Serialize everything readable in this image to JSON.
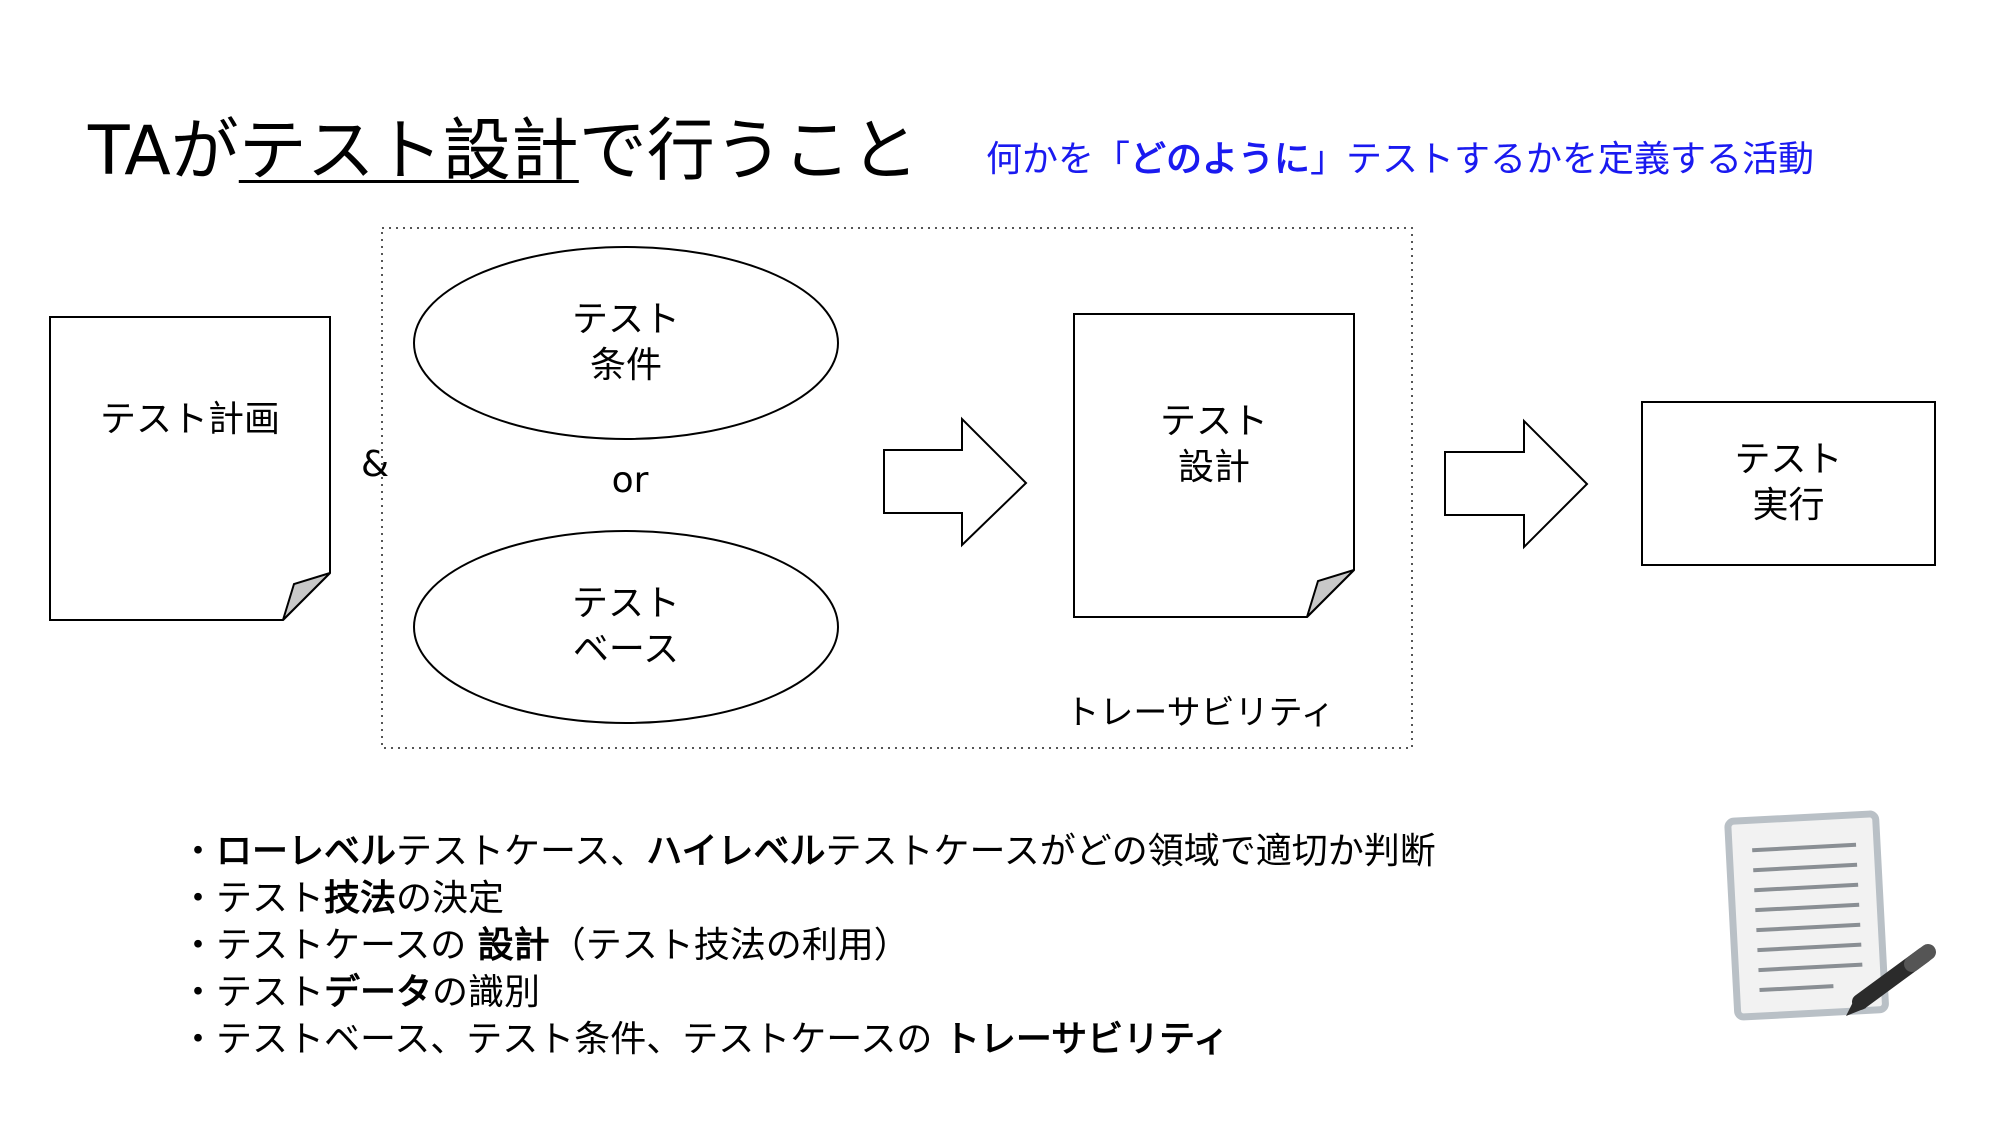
{
  "title": {
    "prefix": "TAが",
    "underlined": "テスト設計",
    "suffix": "で行うこと"
  },
  "subtitle": {
    "before": "何かを「",
    "emphasis": "どのように",
    "after": "」テストするかを定義する活動"
  },
  "nodes": {
    "test_plan": "テスト計画",
    "ampersand": "&",
    "test_condition": "テスト\n条件",
    "or_label": "or",
    "test_basis": "テスト\nベース",
    "test_design": "テスト\n設計",
    "traceability": "トレーサビリティ",
    "test_execution": "テスト\n実行"
  },
  "bullets": [
    {
      "marker": "・",
      "parts": [
        {
          "t": "ローレベル",
          "b": true
        },
        {
          "t": "テストケース、"
        },
        {
          "t": "ハイレベル",
          "b": true
        },
        {
          "t": "テストケースがどの領域で適切か判断"
        }
      ]
    },
    {
      "marker": "・",
      "parts": [
        {
          "t": "テスト"
        },
        {
          "t": "技法",
          "b": true
        },
        {
          "t": "の決定"
        }
      ]
    },
    {
      "marker": "・",
      "parts": [
        {
          "t": "テストケースの "
        },
        {
          "t": "設計",
          "b": true
        },
        {
          "t": "（テスト技法の利用）"
        }
      ]
    },
    {
      "marker": "・",
      "parts": [
        {
          "t": "テスト"
        },
        {
          "t": "データ",
          "b": true
        },
        {
          "t": "の識別"
        }
      ]
    },
    {
      "marker": "・",
      "parts": [
        {
          "t": "テストベース、テスト条件、テストケースの "
        },
        {
          "t": "トレーサビリティ",
          "b": true
        }
      ]
    }
  ],
  "colors": {
    "subtitle": "#1a1af0",
    "stroke": "#000000",
    "fold": "#c8c8c8",
    "doc_icon_fill": "#f2f2f2",
    "doc_icon_border": "#b9c0c6",
    "pen": "#2b2b2b"
  },
  "icons": {
    "illustration": "document-with-pen-icon"
  }
}
